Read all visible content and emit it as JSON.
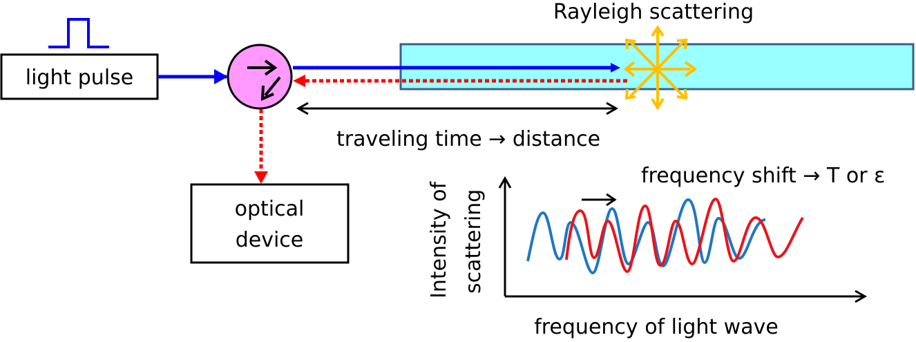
{
  "diagram": {
    "title": "Rayleigh scattering",
    "boxes": {
      "light_pulse": "light pulse",
      "optical_device_line1": "optical",
      "optical_device_line2": "device"
    },
    "labels": {
      "traveling": "traveling time → distance",
      "freq_shift": "frequency shift → T or ε",
      "y_axis_line1": "Intensity  of",
      "y_axis_line2": "scattering",
      "x_axis": "frequency of light wave"
    },
    "colors": {
      "pulse_blue": "#0000ff",
      "return_red": "#ff0000",
      "circulator_fill": "#ff99ff",
      "fiber_fill": "#99ffff",
      "fiber_border": "#3a5f8a",
      "scatter_gold": "#ffc000",
      "spectrum_blue": "#1f77c4",
      "spectrum_red": "#e8151b"
    }
  }
}
